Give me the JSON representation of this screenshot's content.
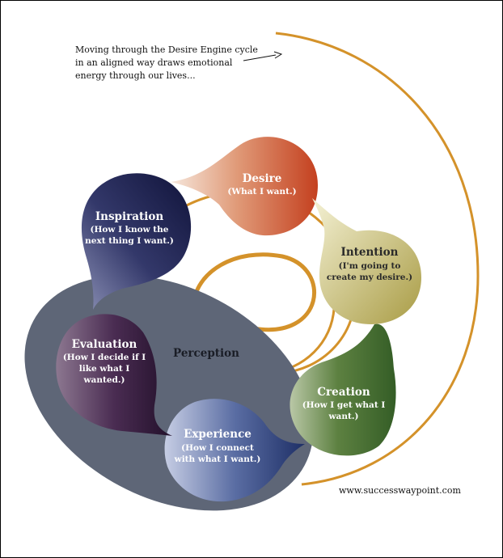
{
  "intro": {
    "line1": "Moving through the Desire Engine cycle",
    "line2": "in an aligned way draws emotional",
    "line3": "energy through our lives..."
  },
  "perception": {
    "label": "Perception"
  },
  "stages": {
    "desire": {
      "title": "Desire",
      "line1": "(What I want.)"
    },
    "intention": {
      "title": "Intention",
      "line1": "(I'm going to",
      "line2": "create my desire.)"
    },
    "creation": {
      "title": "Creation",
      "line1": "(How I get what I",
      "line2": "want.)"
    },
    "experience": {
      "title": "Experience",
      "line1": "(How I connect",
      "line2": "with what I want.)"
    },
    "evaluation": {
      "title": "Evaluation",
      "line1": "(How I decide if I",
      "line2": "like what I",
      "line3": "wanted.)"
    },
    "inspiration": {
      "title": "Inspiration",
      "line1": "(How I know the",
      "line2": "next thing I want.)"
    }
  },
  "footer": {
    "url": "www.successwaypoint.com"
  },
  "colors": {
    "spiral": "#d4922a",
    "perception": "#5e6677",
    "desire": "#c9502a",
    "intention": "#b8ad55",
    "creation": "#3d6a2c",
    "experience": "#24346a",
    "evaluation": "#2a1530",
    "inspiration": "#161a44"
  }
}
